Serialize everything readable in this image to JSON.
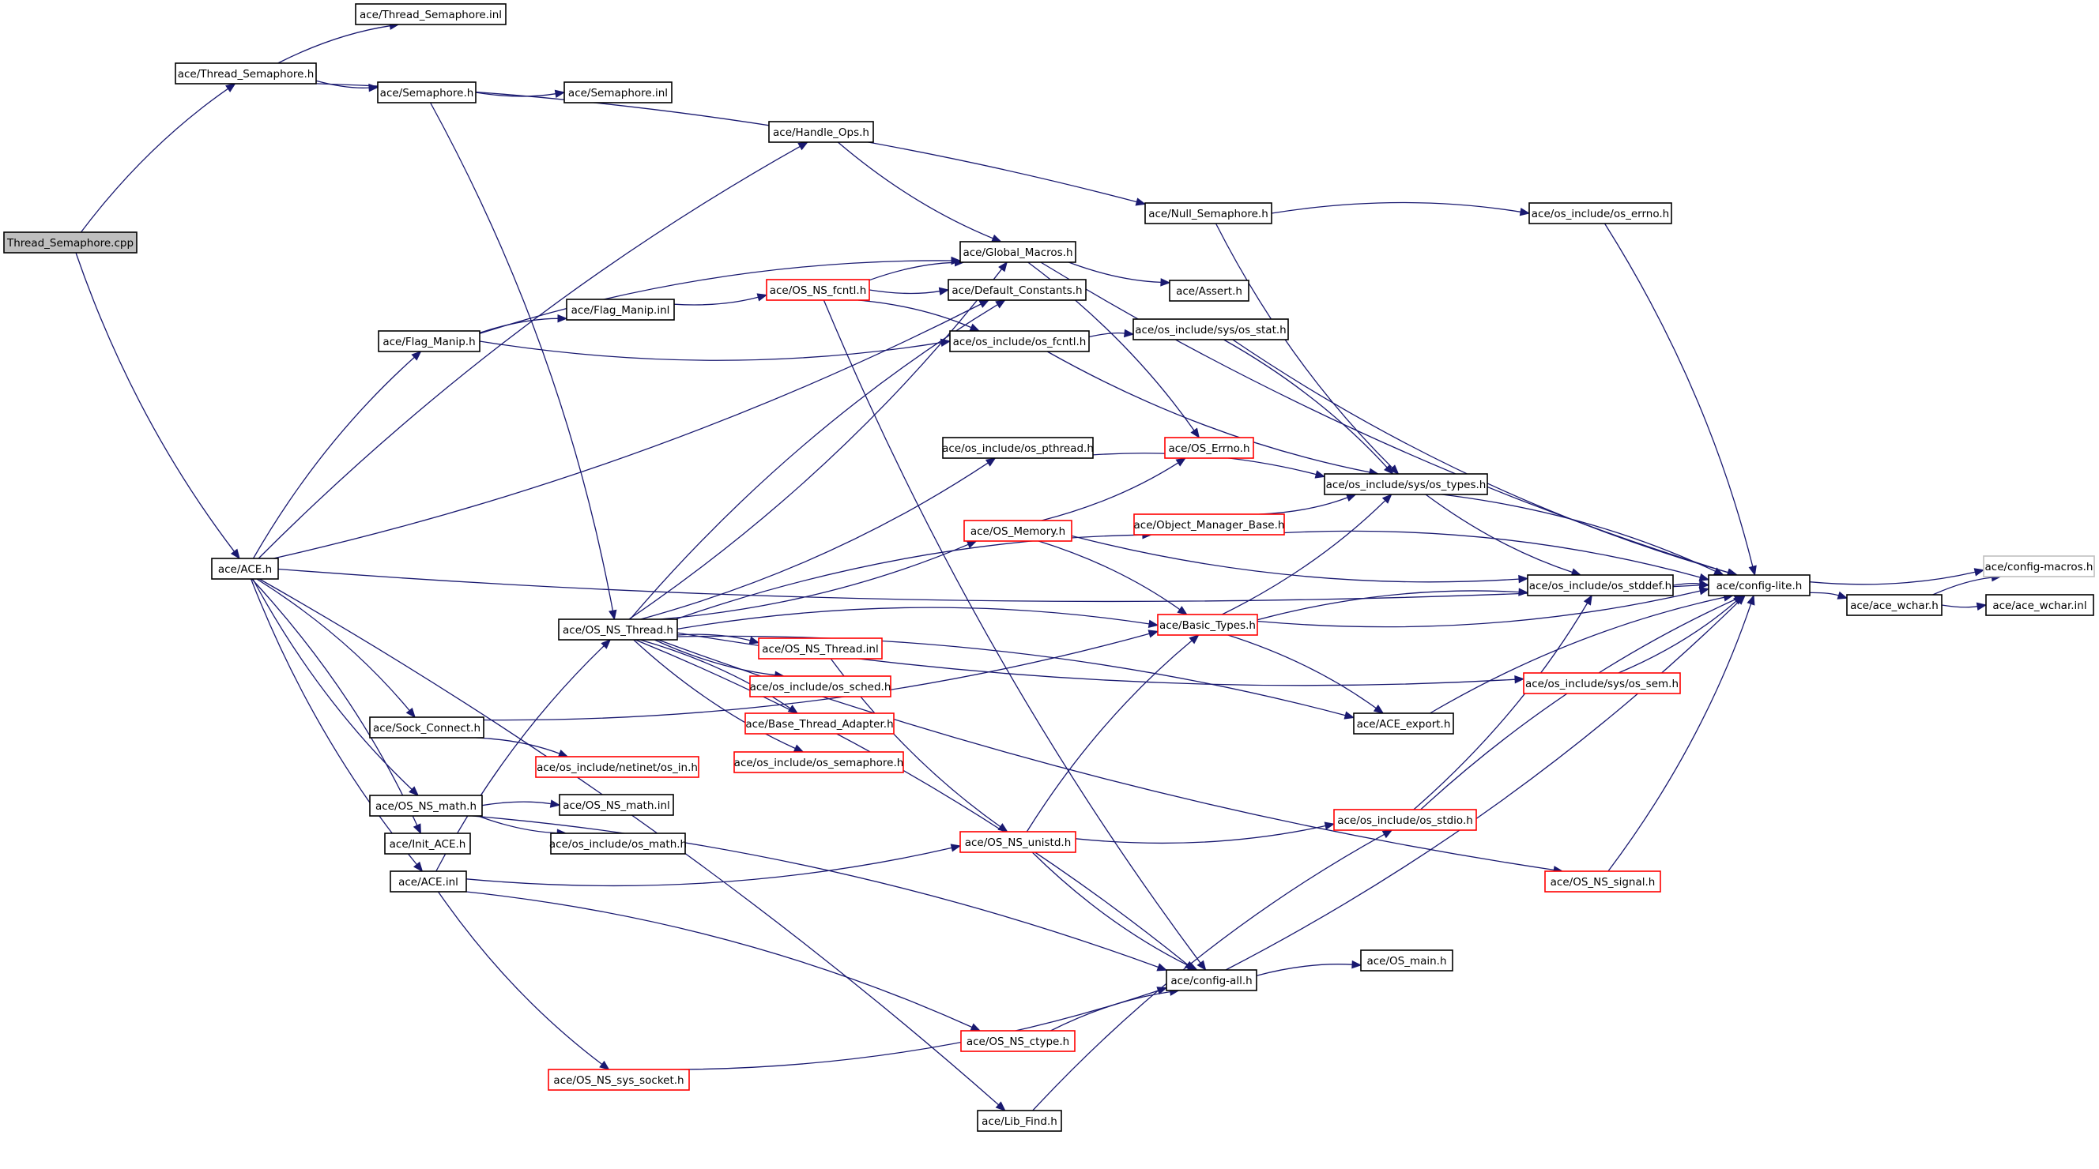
{
  "diagram": {
    "colors": {
      "edge": "#191970",
      "text": "#000000",
      "border_normal": "#000000",
      "border_truncated": "#ff0000",
      "border_light": "#bfbfbf",
      "fill_root": "#bfbfbf",
      "fill_normal": "#ffffff"
    },
    "nodes": [
      {
        "id": "n_root",
        "label": "Thread_Semaphore.cpp",
        "style": "root"
      },
      {
        "id": "n_ts_inl",
        "label": "ace/Thread_Semaphore.inl",
        "style": "normal"
      },
      {
        "id": "n_ts_h",
        "label": "ace/Thread_Semaphore.h",
        "style": "normal"
      },
      {
        "id": "n_sem_h",
        "label": "ace/Semaphore.h",
        "style": "normal"
      },
      {
        "id": "n_sem_inl",
        "label": "ace/Semaphore.inl",
        "style": "normal"
      },
      {
        "id": "n_handle_ops",
        "label": "ace/Handle_Ops.h",
        "style": "normal"
      },
      {
        "id": "n_null_sem",
        "label": "ace/Null_Semaphore.h",
        "style": "normal"
      },
      {
        "id": "n_os_errno",
        "label": "ace/os_include/os_errno.h",
        "style": "normal"
      },
      {
        "id": "n_global_macros",
        "label": "ace/Global_Macros.h",
        "style": "normal"
      },
      {
        "id": "n_assert",
        "label": "ace/Assert.h",
        "style": "normal"
      },
      {
        "id": "n_default_const",
        "label": "ace/Default_Constants.h",
        "style": "normal"
      },
      {
        "id": "n_os_ns_fcntl",
        "label": "ace/OS_NS_fcntl.h",
        "style": "truncated"
      },
      {
        "id": "n_flag_manip_inl",
        "label": "ace/Flag_Manip.inl",
        "style": "normal"
      },
      {
        "id": "n_flag_manip_h",
        "label": "ace/Flag_Manip.h",
        "style": "normal"
      },
      {
        "id": "n_os_fcntl",
        "label": "ace/os_include/os_fcntl.h",
        "style": "normal"
      },
      {
        "id": "n_os_stat",
        "label": "ace/os_include/sys/os_stat.h",
        "style": "normal"
      },
      {
        "id": "n_os_pthread",
        "label": "ace/os_include/os_pthread.h",
        "style": "normal"
      },
      {
        "id": "n_os_errno_ace",
        "label": "ace/OS_Errno.h",
        "style": "truncated"
      },
      {
        "id": "n_os_types",
        "label": "ace/os_include/sys/os_types.h",
        "style": "normal"
      },
      {
        "id": "n_obj_mgr_base",
        "label": "ace/Object_Manager_Base.h",
        "style": "truncated"
      },
      {
        "id": "n_os_memory",
        "label": "ace/OS_Memory.h",
        "style": "truncated"
      },
      {
        "id": "n_ace_h",
        "label": "ace/ACE.h",
        "style": "normal"
      },
      {
        "id": "n_os_stddef",
        "label": "ace/os_include/os_stddef.h",
        "style": "normal"
      },
      {
        "id": "n_config_lite",
        "label": "ace/config-lite.h",
        "style": "normal"
      },
      {
        "id": "n_config_macros",
        "label": "ace/config-macros.h",
        "style": "light"
      },
      {
        "id": "n_ace_wchar_h",
        "label": "ace/ace_wchar.h",
        "style": "normal"
      },
      {
        "id": "n_ace_wchar_inl",
        "label": "ace/ace_wchar.inl",
        "style": "normal"
      },
      {
        "id": "n_os_ns_thread_h",
        "label": "ace/OS_NS_Thread.h",
        "style": "normal"
      },
      {
        "id": "n_basic_types",
        "label": "ace/Basic_Types.h",
        "style": "truncated"
      },
      {
        "id": "n_os_ns_thread_inl",
        "label": "ace/OS_NS_Thread.inl",
        "style": "truncated"
      },
      {
        "id": "n_os_sched",
        "label": "ace/os_include/os_sched.h",
        "style": "truncated"
      },
      {
        "id": "n_os_sem",
        "label": "ace/os_include/sys/os_sem.h",
        "style": "truncated"
      },
      {
        "id": "n_base_thread",
        "label": "ace/Base_Thread_Adapter.h",
        "style": "truncated"
      },
      {
        "id": "n_sock_connect",
        "label": "ace/Sock_Connect.h",
        "style": "normal"
      },
      {
        "id": "n_ace_export",
        "label": "ace/ACE_export.h",
        "style": "normal"
      },
      {
        "id": "n_os_semaphore",
        "label": "ace/os_include/os_semaphore.h",
        "style": "truncated"
      },
      {
        "id": "n_netinet_in",
        "label": "ace/os_include/netinet/os_in.h",
        "style": "truncated"
      },
      {
        "id": "n_os_ns_math_h",
        "label": "ace/OS_NS_math.h",
        "style": "normal"
      },
      {
        "id": "n_os_ns_math_inl",
        "label": "ace/OS_NS_math.inl",
        "style": "normal"
      },
      {
        "id": "n_os_stdio",
        "label": "ace/os_include/os_stdio.h",
        "style": "truncated"
      },
      {
        "id": "n_init_ace",
        "label": "ace/Init_ACE.h",
        "style": "normal"
      },
      {
        "id": "n_os_ns_unistd",
        "label": "ace/OS_NS_unistd.h",
        "style": "truncated"
      },
      {
        "id": "n_os_math",
        "label": "ace/os_include/os_math.h",
        "style": "normal"
      },
      {
        "id": "n_ace_inl",
        "label": "ace/ACE.inl",
        "style": "normal"
      },
      {
        "id": "n_os_ns_signal",
        "label": "ace/OS_NS_signal.h",
        "style": "truncated"
      },
      {
        "id": "n_os_main",
        "label": "ace/OS_main.h",
        "style": "normal"
      },
      {
        "id": "n_config_all",
        "label": "ace/config-all.h",
        "style": "normal"
      },
      {
        "id": "n_os_ns_ctype",
        "label": "ace/OS_NS_ctype.h",
        "style": "truncated"
      },
      {
        "id": "n_os_ns_sys_socket",
        "label": "ace/OS_NS_sys_socket.h",
        "style": "truncated"
      },
      {
        "id": "n_lib_find",
        "label": "ace/Lib_Find.h",
        "style": "normal"
      }
    ],
    "edges": [
      [
        "n_root",
        "n_ts_h"
      ],
      [
        "n_root",
        "n_ace_h"
      ],
      [
        "n_ts_h",
        "n_ts_inl"
      ],
      [
        "n_ts_h",
        "n_sem_h"
      ],
      [
        "n_ts_h",
        "n_null_sem"
      ],
      [
        "n_sem_h",
        "n_sem_inl"
      ],
      [
        "n_sem_h",
        "n_os_ns_thread_h"
      ],
      [
        "n_handle_ops",
        "n_global_macros"
      ],
      [
        "n_null_sem",
        "n_os_errno"
      ],
      [
        "n_null_sem",
        "n_os_types"
      ],
      [
        "n_os_errno",
        "n_config_lite"
      ],
      [
        "n_global_macros",
        "n_assert"
      ],
      [
        "n_global_macros",
        "n_os_errno_ace"
      ],
      [
        "n_global_macros",
        "n_config_lite"
      ],
      [
        "n_flag_manip_h",
        "n_flag_manip_inl"
      ],
      [
        "n_flag_manip_h",
        "n_os_fcntl"
      ],
      [
        "n_flag_manip_h",
        "n_global_macros"
      ],
      [
        "n_flag_manip_inl",
        "n_os_ns_fcntl"
      ],
      [
        "n_os_ns_fcntl",
        "n_global_macros"
      ],
      [
        "n_os_ns_fcntl",
        "n_default_const"
      ],
      [
        "n_os_ns_fcntl",
        "n_os_fcntl"
      ],
      [
        "n_os_ns_fcntl",
        "n_config_all"
      ],
      [
        "n_os_fcntl",
        "n_os_stat"
      ],
      [
        "n_os_fcntl",
        "n_os_types"
      ],
      [
        "n_os_stat",
        "n_os_types"
      ],
      [
        "n_os_stat",
        "n_config_lite"
      ],
      [
        "n_os_pthread",
        "n_os_types"
      ],
      [
        "n_os_types",
        "n_os_stddef"
      ],
      [
        "n_os_types",
        "n_config_lite"
      ],
      [
        "n_obj_mgr_base",
        "n_os_types"
      ],
      [
        "n_obj_mgr_base",
        "n_config_lite"
      ],
      [
        "n_os_memory",
        "n_os_errno_ace"
      ],
      [
        "n_os_memory",
        "n_basic_types"
      ],
      [
        "n_os_memory",
        "n_os_stddef"
      ],
      [
        "n_os_stddef",
        "n_config_lite"
      ],
      [
        "n_config_lite",
        "n_config_macros"
      ],
      [
        "n_config_lite",
        "n_ace_wchar_h"
      ],
      [
        "n_ace_wchar_h",
        "n_ace_wchar_inl"
      ],
      [
        "n_ace_wchar_h",
        "n_config_macros"
      ],
      [
        "n_basic_types",
        "n_os_types"
      ],
      [
        "n_basic_types",
        "n_os_stddef"
      ],
      [
        "n_basic_types",
        "n_config_lite"
      ],
      [
        "n_basic_types",
        "n_ace_export"
      ],
      [
        "n_os_sem",
        "n_config_lite"
      ],
      [
        "n_ace_export",
        "n_config_lite"
      ],
      [
        "n_os_stdio",
        "n_os_stddef"
      ],
      [
        "n_os_stdio",
        "n_config_lite"
      ],
      [
        "n_os_ns_signal",
        "n_config_lite"
      ],
      [
        "n_config_all",
        "n_os_main"
      ],
      [
        "n_config_all",
        "n_config_lite"
      ],
      [
        "n_ace_h",
        "n_handle_ops"
      ],
      [
        "n_ace_h",
        "n_default_const"
      ],
      [
        "n_ace_h",
        "n_flag_manip_h"
      ],
      [
        "n_ace_h",
        "n_config_lite"
      ],
      [
        "n_ace_h",
        "n_sock_connect"
      ],
      [
        "n_ace_h",
        "n_os_ns_math_h"
      ],
      [
        "n_ace_h",
        "n_init_ace"
      ],
      [
        "n_ace_h",
        "n_ace_inl"
      ],
      [
        "n_ace_h",
        "n_lib_find"
      ],
      [
        "n_os_ns_thread_h",
        "n_global_macros"
      ],
      [
        "n_os_ns_thread_h",
        "n_default_const"
      ],
      [
        "n_os_ns_thread_h",
        "n_os_pthread"
      ],
      [
        "n_os_ns_thread_h",
        "n_obj_mgr_base"
      ],
      [
        "n_os_ns_thread_h",
        "n_os_memory"
      ],
      [
        "n_os_ns_thread_h",
        "n_basic_types"
      ],
      [
        "n_os_ns_thread_h",
        "n_os_sem"
      ],
      [
        "n_os_ns_thread_h",
        "n_os_ns_thread_inl"
      ],
      [
        "n_os_ns_thread_h",
        "n_os_sched"
      ],
      [
        "n_os_ns_thread_h",
        "n_base_thread"
      ],
      [
        "n_os_ns_thread_h",
        "n_os_semaphore"
      ],
      [
        "n_os_ns_thread_h",
        "n_ace_export"
      ],
      [
        "n_os_ns_thread_h",
        "n_os_ns_signal"
      ],
      [
        "n_os_ns_thread_h",
        "n_config_all"
      ],
      [
        "n_os_ns_thread_inl",
        "n_os_ns_unistd"
      ],
      [
        "n_sock_connect",
        "n_netinet_in"
      ],
      [
        "n_sock_connect",
        "n_basic_types"
      ],
      [
        "n_os_ns_math_h",
        "n_os_ns_math_inl"
      ],
      [
        "n_os_ns_math_h",
        "n_os_math"
      ],
      [
        "n_os_ns_math_h",
        "n_config_all"
      ],
      [
        "n_os_ns_unistd",
        "n_os_stdio"
      ],
      [
        "n_os_ns_unistd",
        "n_basic_types"
      ],
      [
        "n_os_ns_unistd",
        "n_config_all"
      ],
      [
        "n_ace_inl",
        "n_os_ns_thread_h"
      ],
      [
        "n_ace_inl",
        "n_os_ns_unistd"
      ],
      [
        "n_ace_inl",
        "n_os_ns_ctype"
      ],
      [
        "n_ace_inl",
        "n_os_ns_sys_socket"
      ],
      [
        "n_os_ns_ctype",
        "n_config_all"
      ],
      [
        "n_os_ns_sys_socket",
        "n_config_all"
      ],
      [
        "n_lib_find",
        "n_os_stdio"
      ]
    ]
  }
}
